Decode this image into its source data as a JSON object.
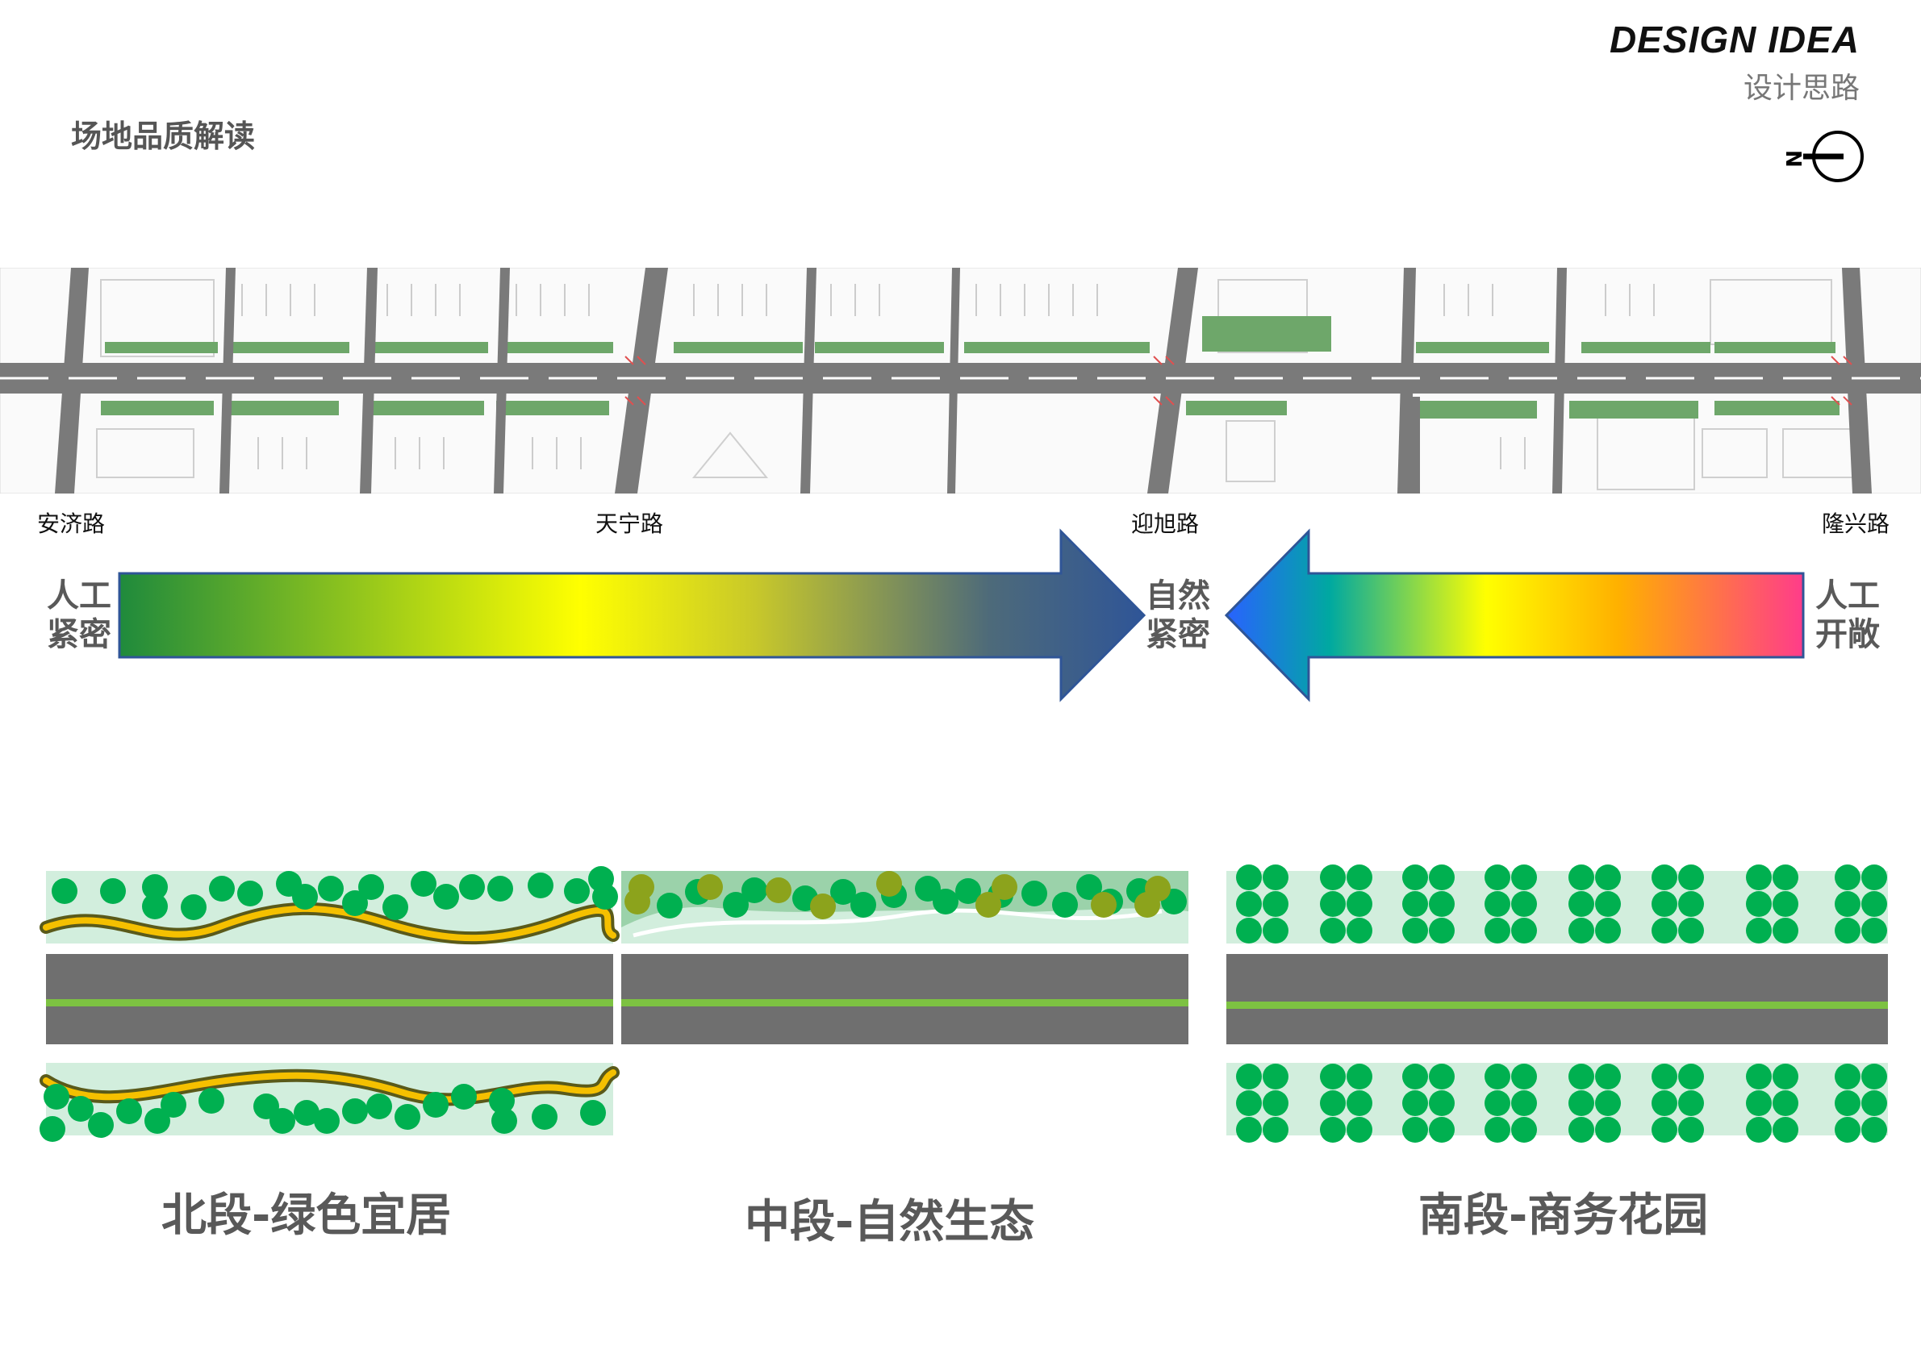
{
  "header": {
    "title_en": "DESIGN IDEA",
    "title_cn": "设计思路"
  },
  "section_title": "场地品质解读",
  "north_arrow": {
    "label": "N"
  },
  "roads": {
    "r1": "安济路",
    "r2": "天宁路",
    "r3": "迎旭路",
    "r4": "隆兴路"
  },
  "scale": {
    "left": [
      "人工",
      "紧密"
    ],
    "center": [
      "自然",
      "紧密"
    ],
    "right": [
      "人工",
      "开敞"
    ]
  },
  "panels": {
    "north": "北段-绿色宜居",
    "middle": "中段-自然生态",
    "south": "南段-商务花园"
  },
  "colors": {
    "road": "#6f6f6f",
    "median": "#7dc242",
    "planting_band": "#d2eedd",
    "tree": "#00b050",
    "tree_olive": "#8ca31c",
    "path_yellow": "#f5c000",
    "path_dark": "#5a5a1a",
    "green_strip": "#6ea76a"
  }
}
